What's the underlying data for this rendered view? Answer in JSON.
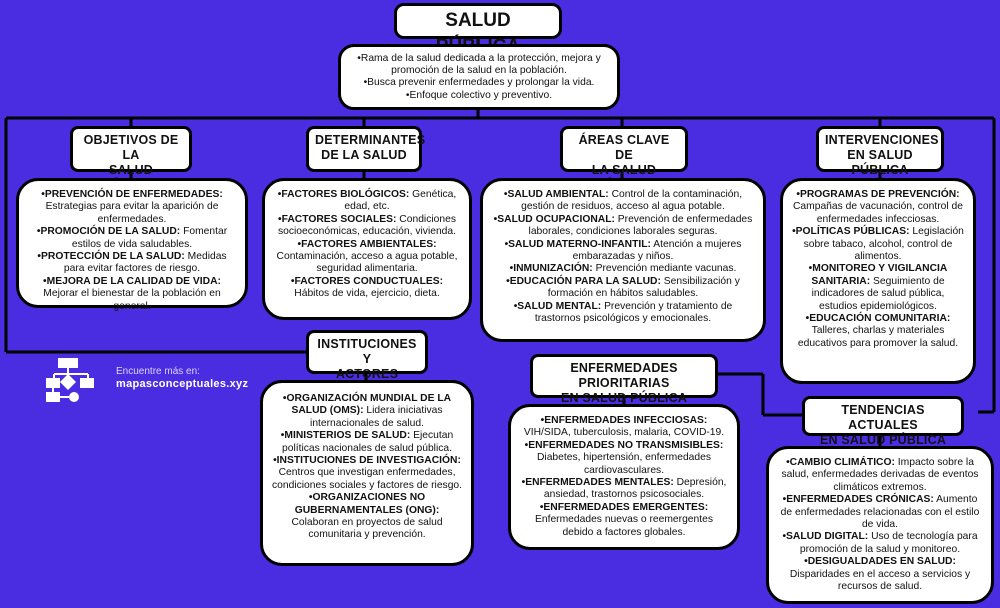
{
  "title": "SALUD PÚBLICA",
  "intro": [
    "•Rama de la salud dedicada a la protección, mejora y promoción de la salud en la población.",
    "•Busca prevenir enfermedades y prolongar la vida.",
    "•Enfoque colectivo y preventivo."
  ],
  "sections": {
    "objetivos": {
      "header": [
        "OBJETIVOS DE LA",
        "SALUD PÚBLICA"
      ],
      "items": [
        {
          "bold": "•PREVENCIÓN DE ENFERMEDADES:",
          "text": " Estrategias para evitar la aparición de enfermedades."
        },
        {
          "bold": "•PROMOCIÓN DE LA SALUD:",
          "text": " Fomentar estilos de vida saludables."
        },
        {
          "bold": "•PROTECCIÓN DE LA SALUD:",
          "text": " Medidas para evitar factores de riesgo."
        },
        {
          "bold": "•MEJORA DE LA CALIDAD DE VIDA:",
          "text": " Mejorar el bienestar de la población en general."
        }
      ]
    },
    "determinantes": {
      "header": [
        "DETERMINANTES",
        "DE LA SALUD"
      ],
      "items": [
        {
          "bold": "•FACTORES BIOLÓGICOS:",
          "text": " Genética, edad, etc."
        },
        {
          "bold": "•FACTORES SOCIALES:",
          "text": " Condiciones socioeconómicas, educación, vivienda."
        },
        {
          "bold": "•FACTORES AMBIENTALES:",
          "text": " Contaminación, acceso a agua potable, seguridad alimentaria."
        },
        {
          "bold": "•FACTORES CONDUCTUALES:",
          "text": " Hábitos de vida, ejercicio, dieta."
        }
      ]
    },
    "areas": {
      "header": [
        "ÁREAS CLAVE DE",
        "LA SALUD PÚBLICA"
      ],
      "items": [
        {
          "bold": "•SALUD AMBIENTAL:",
          "text": " Control de la contaminación, gestión de residuos, acceso al agua potable."
        },
        {
          "bold": "•SALUD OCUPACIONAL:",
          "text": " Prevención de enfermedades laborales, condiciones laborales seguras."
        },
        {
          "bold": "•SALUD MATERNO-INFANTIL:",
          "text": " Atención a mujeres embarazadas y niños."
        },
        {
          "bold": "•INMUNIZACIÓN:",
          "text": " Prevención mediante vacunas."
        },
        {
          "bold": "•EDUCACIÓN PARA LA SALUD:",
          "text": " Sensibilización y formación en hábitos saludables."
        },
        {
          "bold": "•SALUD MENTAL:",
          "text": " Prevención y tratamiento de trastornos psicológicos y emocionales."
        }
      ]
    },
    "intervenciones": {
      "header": [
        "INTERVENCIONES",
        "EN SALUD PÚBLICA"
      ],
      "items": [
        {
          "bold": "•PROGRAMAS DE PREVENCIÓN:",
          "text": " Campañas de vacunación, control de enfermedades infecciosas."
        },
        {
          "bold": "•POLÍTICAS PÚBLICAS:",
          "text": " Legislación sobre tabaco, alcohol, control de alimentos."
        },
        {
          "bold": "•MONITOREO Y VIGILANCIA SANITARIA:",
          "text": " Seguimiento de indicadores de salud pública, estudios epidemiológicos."
        },
        {
          "bold": "•EDUCACIÓN COMUNITARIA:",
          "text": " Talleres, charlas y materiales educativos para promover la salud."
        }
      ]
    },
    "instituciones": {
      "header": [
        "INSTITUCIONES Y",
        "ACTORES CLAVE"
      ],
      "items": [
        {
          "bold": "•ORGANIZACIÓN MUNDIAL DE LA SALUD (OMS):",
          "text": " Lidera iniciativas internacionales de salud."
        },
        {
          "bold": "•MINISTERIOS DE SALUD:",
          "text": " Ejecutan políticas nacionales de salud pública."
        },
        {
          "bold": "•INSTITUCIONES DE INVESTIGACIÓN:",
          "text": " Centros que investigan enfermedades, condiciones sociales y factores de riesgo."
        },
        {
          "bold": "•ORGANIZACIONES NO GUBERNAMENTALES (ONG):",
          "text": " Colaboran en proyectos de salud comunitaria y prevención."
        }
      ]
    },
    "enfermedades": {
      "header": [
        "ENFERMEDADES PRIORITARIAS",
        "EN SALUD PÚBLICA"
      ],
      "items": [
        {
          "bold": "•ENFERMEDADES INFECCIOSAS:",
          "text": " VIH/SIDA, tuberculosis, malaria, COVID-19."
        },
        {
          "bold": "•ENFERMEDADES NO TRANSMISIBLES:",
          "text": " Diabetes, hipertensión, enfermedades cardiovasculares."
        },
        {
          "bold": "•ENFERMEDADES MENTALES:",
          "text": " Depresión, ansiedad, trastornos psicosociales."
        },
        {
          "bold": "•ENFERMEDADES EMERGENTES:",
          "text": " Enfermedades nuevas o reemergentes debido a factores globales."
        }
      ]
    },
    "tendencias": {
      "header": [
        "TENDENCIAS ACTUALES",
        "EN SALUD PÚBLICA"
      ],
      "items": [
        {
          "bold": "•CAMBIO CLIMÁTICO:",
          "text": " Impacto sobre la salud, enfermedades derivadas de eventos climáticos extremos."
        },
        {
          "bold": "•ENFERMEDADES CRÓNICAS:",
          "text": " Aumento de enfermedades relacionadas con el estilo de vida."
        },
        {
          "bold": "•SALUD DIGITAL:",
          "text": " Uso de tecnología para promoción de la salud y monitoreo."
        },
        {
          "bold": "•DESIGUALDADES EN SALUD:",
          "text": " Disparidades en el acceso a servicios y recursos de salud."
        }
      ]
    }
  },
  "brand": {
    "line1": "Encuentre más en:",
    "line2": "mapasconceptuales.xyz",
    "icon": "flowchart-logo-icon"
  },
  "colors": {
    "background": "#4a2de0",
    "box": "#ffffff",
    "border": "#000000"
  }
}
